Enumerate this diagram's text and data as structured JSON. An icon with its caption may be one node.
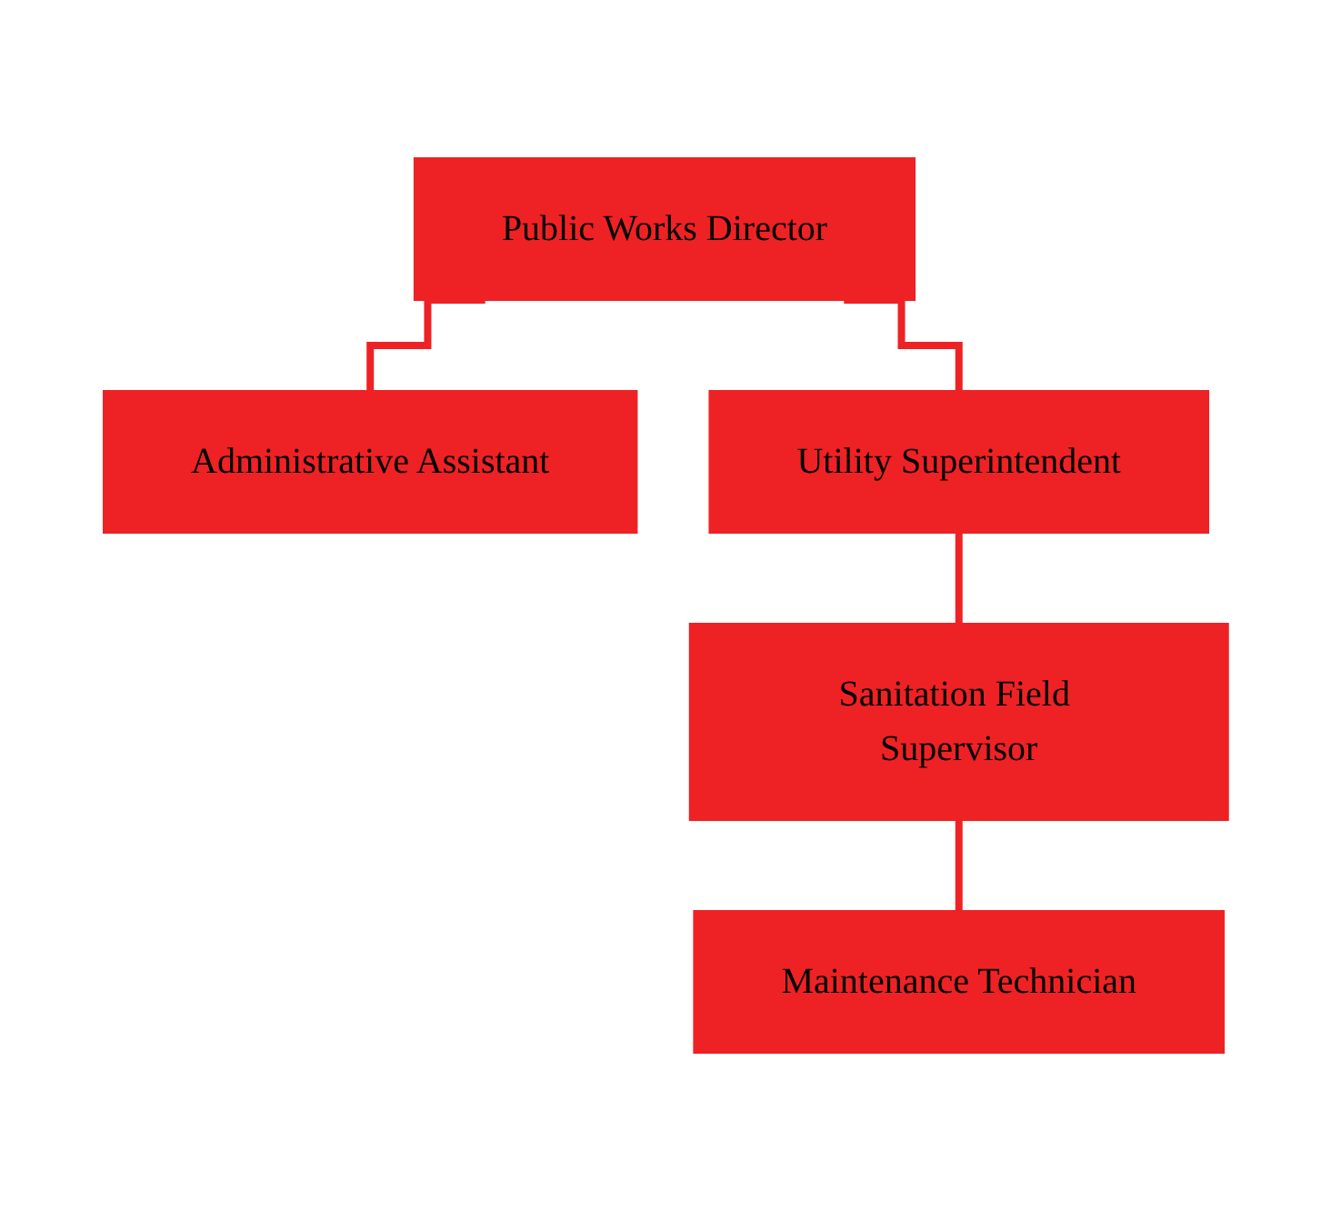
{
  "diagram": {
    "nodes": [
      {
        "text": [
          "Public Works Director"
        ]
      },
      {
        "text": [
          "Administrative Assistant"
        ]
      },
      {
        "text": [
          "Utility Superintendent"
        ]
      },
      {
        "text": [
          "Sanitation Field Supervisor"
        ]
      },
      {
        "text": [
          "Maintenance Technician"
        ]
      }
    ],
    "edges": [
      {
        "from": 0,
        "to": 1,
        "arrow": "none"
      },
      {
        "from": 0,
        "to": 2,
        "arrow": "none"
      },
      {
        "from": 2,
        "to": 3,
        "arrow": "none"
      },
      {
        "from": 3,
        "to": 4,
        "arrow": "none"
      }
    ]
  }
}
